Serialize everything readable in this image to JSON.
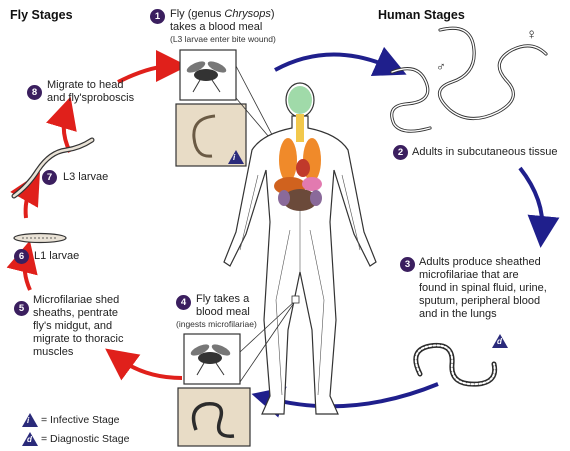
{
  "headings": {
    "fly": "Fly Stages",
    "human": "Human Stages"
  },
  "steps": [
    {
      "n": "1",
      "lines": [
        "Fly (genus Chrysops)",
        "takes a blood meal"
      ],
      "note": "(L3 larvae enter bite wound)"
    },
    {
      "n": "2",
      "lines": [
        "Adults in subcutaneous tissue"
      ]
    },
    {
      "n": "3",
      "lines": [
        "Adults produce sheathed",
        "microfilariae that are",
        "found in spinal fluid, urine,",
        "sputum, peripheral blood",
        "and in the lungs"
      ]
    },
    {
      "n": "4",
      "lines": [
        "Fly takes a",
        "blood meal"
      ],
      "note": "(ingests microfilariae)"
    },
    {
      "n": "5",
      "lines": [
        "Microfilariae shed",
        "sheaths, pentrate",
        "fly's midgut, and",
        "migrate to thoracic",
        "muscles"
      ]
    },
    {
      "n": "6",
      "lines": [
        "L1 larvae"
      ]
    },
    {
      "n": "7",
      "lines": [
        "L3 larvae"
      ]
    },
    {
      "n": "8",
      "lines": [
        "Migrate to head",
        "and fly'sproboscis"
      ]
    }
  ],
  "step1_italic": "Chrysops",
  "legend": [
    {
      "symbol": "i",
      "text": "= Infective Stage"
    },
    {
      "symbol": "d",
      "text": "= Diagnostic Stage"
    }
  ],
  "colors": {
    "fly_cycle": "#e0201b",
    "human_cycle": "#1f1f8c",
    "badge": "#3b1f5f"
  },
  "gender_symbols": {
    "male": "♂",
    "female": "♀"
  }
}
